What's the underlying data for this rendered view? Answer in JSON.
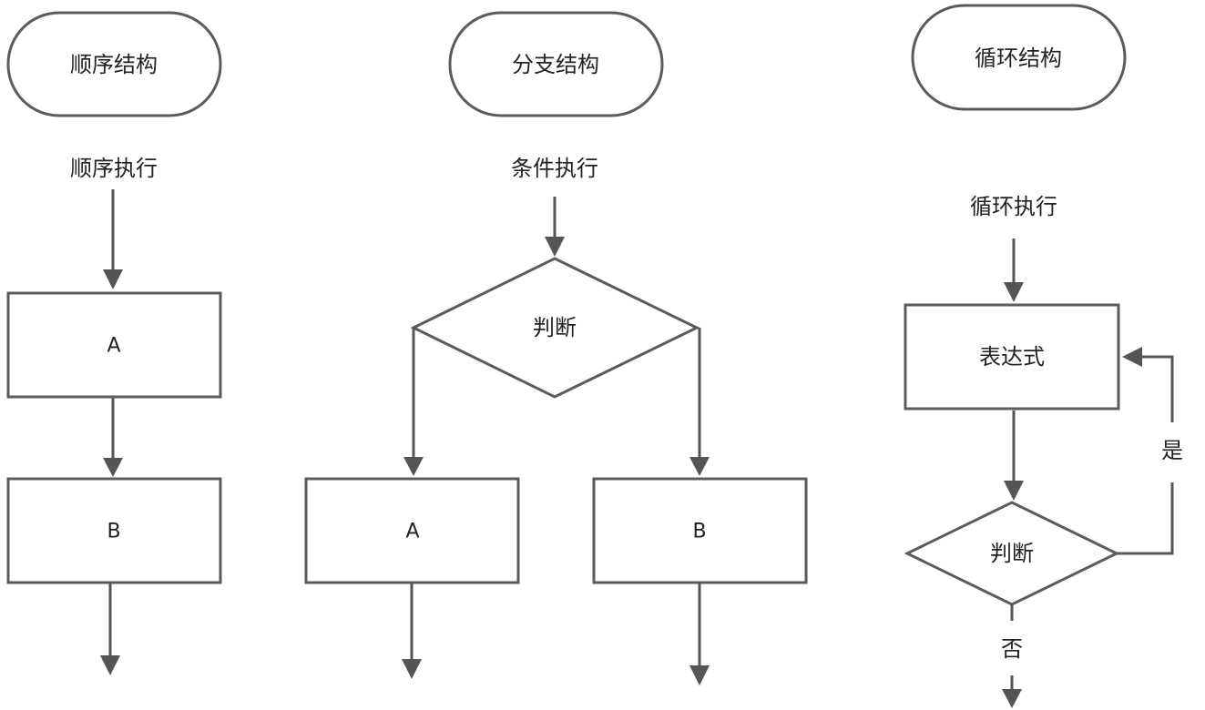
{
  "colors": {
    "stroke": "#5b5b5b",
    "arrow": "#555555",
    "text": "#222222",
    "background": "#ffffff"
  },
  "sequence": {
    "title": "顺序结构",
    "subtitle": "顺序执行",
    "box_a": "A",
    "box_b": "B"
  },
  "branch": {
    "title": "分支结构",
    "subtitle": "条件执行",
    "decision": "判断",
    "box_a": "A",
    "box_b": "B"
  },
  "loop": {
    "title": "循环结构",
    "subtitle": "循环执行",
    "process": "表达式",
    "decision": "判断",
    "yes_label": "是",
    "no_label": "否"
  }
}
